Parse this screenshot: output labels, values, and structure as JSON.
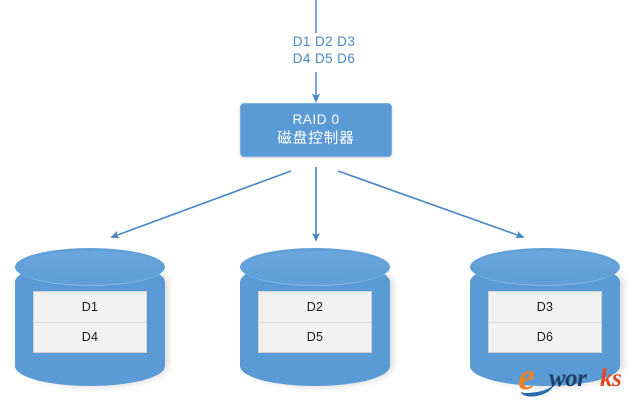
{
  "diagram": {
    "title": "RAID 0 disk striping diagram",
    "colors": {
      "accent_blue": "#5b9bd5",
      "arrow_blue": "#4a87c4",
      "label_blue": "#4a87c4",
      "block_fill": "#f2f2f2",
      "block_text": "#1a1a1a",
      "controller_text": "#ffffff",
      "background": "#ffffff"
    },
    "incoming_data": {
      "row1": "D1 D2 D3",
      "row2": "D4 D5 D6"
    },
    "controller": {
      "line1": "RAID 0",
      "line2": "磁盘控制器"
    },
    "disks": [
      {
        "name": "disk-1",
        "blocks": [
          {
            "label": "D1"
          },
          {
            "label": "D4"
          }
        ]
      },
      {
        "name": "disk-2",
        "blocks": [
          {
            "label": "D2"
          },
          {
            "label": "D5"
          }
        ]
      },
      {
        "name": "disk-3",
        "blocks": [
          {
            "label": "D3"
          },
          {
            "label": "D6"
          }
        ]
      }
    ],
    "watermark": {
      "part1": "e",
      "part2": "wor",
      "part3": "ks"
    }
  }
}
